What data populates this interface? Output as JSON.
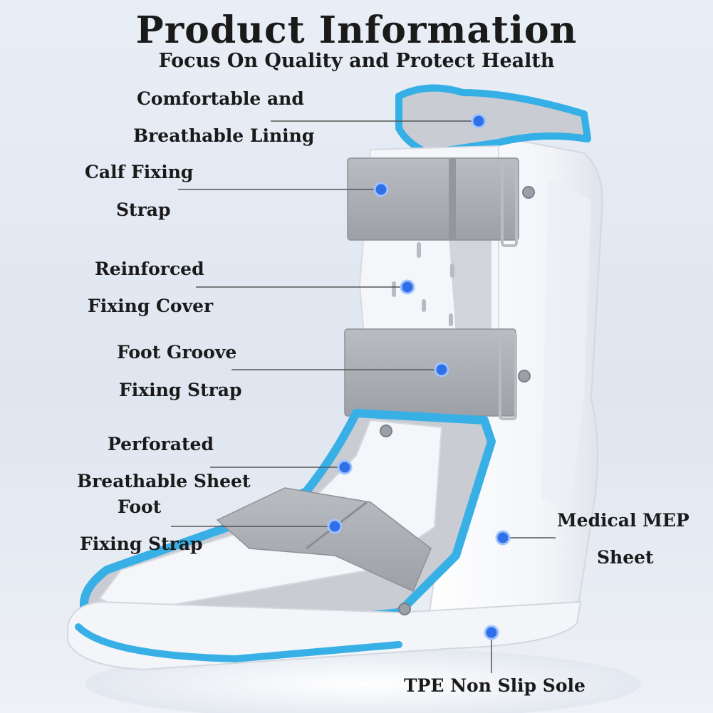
{
  "header": {
    "title": "Product Information",
    "subtitle": "Focus On Quality and Protect Health"
  },
  "callouts": {
    "lining": {
      "line1": "Comfortable and",
      "line2": "Breathable Lining"
    },
    "calf_strap": {
      "line1": "Calf Fixing",
      "line2": "Strap"
    },
    "cover": {
      "line1": "Reinforced",
      "line2": "Fixing Cover"
    },
    "foot_groove": {
      "line1": "Foot Groove",
      "line2": "Fixing Strap"
    },
    "perforated": {
      "line1": "Perforated",
      "line2": "Breathable Sheet"
    },
    "foot_strap": {
      "line1": "Foot",
      "line2": "Fixing Strap"
    },
    "mep": {
      "line1": "Medical MEP",
      "line2": "Sheet"
    },
    "sole": {
      "line1": "TPE Non Slip Sole"
    }
  },
  "colors": {
    "accent_blue": "#3aa8dc",
    "dot_blue": "#2f6fe8",
    "strap_gray": "#a9acb1",
    "shell_white": "#f7f8fb"
  }
}
